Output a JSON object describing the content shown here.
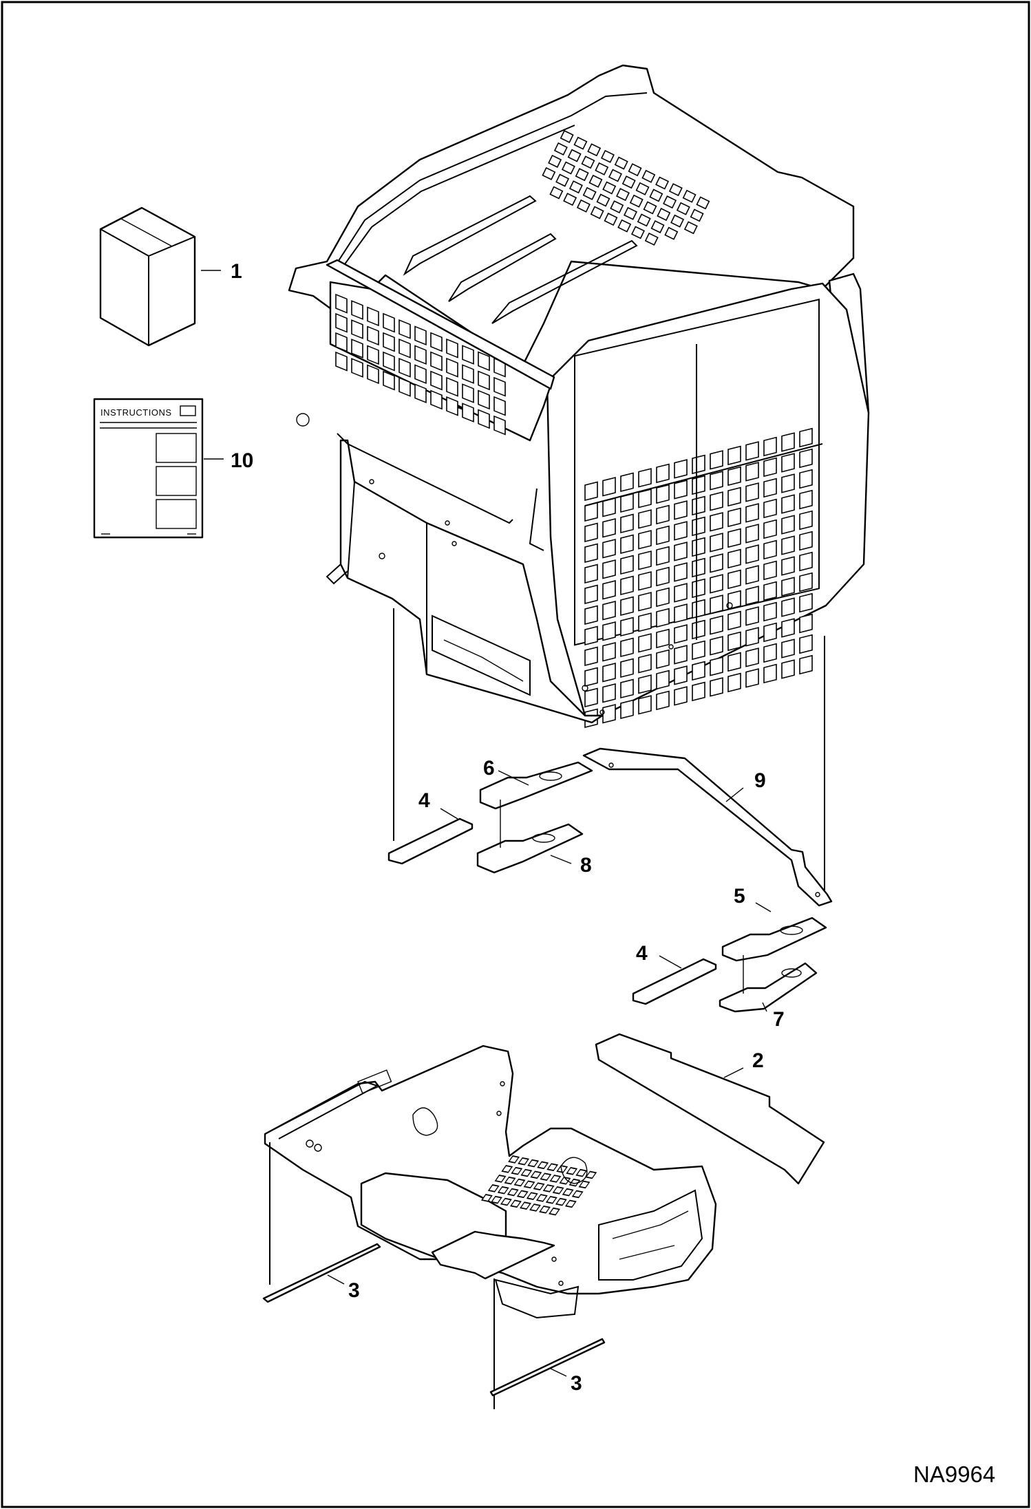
{
  "diagram": {
    "doc_id": "NA9964",
    "instructions_label": "INSTRUCTIONS",
    "callouts": [
      {
        "id": "c1",
        "label": "1"
      },
      {
        "id": "c10",
        "label": "10"
      },
      {
        "id": "c6",
        "label": "6"
      },
      {
        "id": "c9",
        "label": "9"
      },
      {
        "id": "c4a",
        "label": "4"
      },
      {
        "id": "c8",
        "label": "8"
      },
      {
        "id": "c5",
        "label": "5"
      },
      {
        "id": "c4b",
        "label": "4"
      },
      {
        "id": "c7",
        "label": "7"
      },
      {
        "id": "c2",
        "label": "2"
      },
      {
        "id": "c3a",
        "label": "3"
      },
      {
        "id": "c3b",
        "label": "3"
      }
    ]
  }
}
